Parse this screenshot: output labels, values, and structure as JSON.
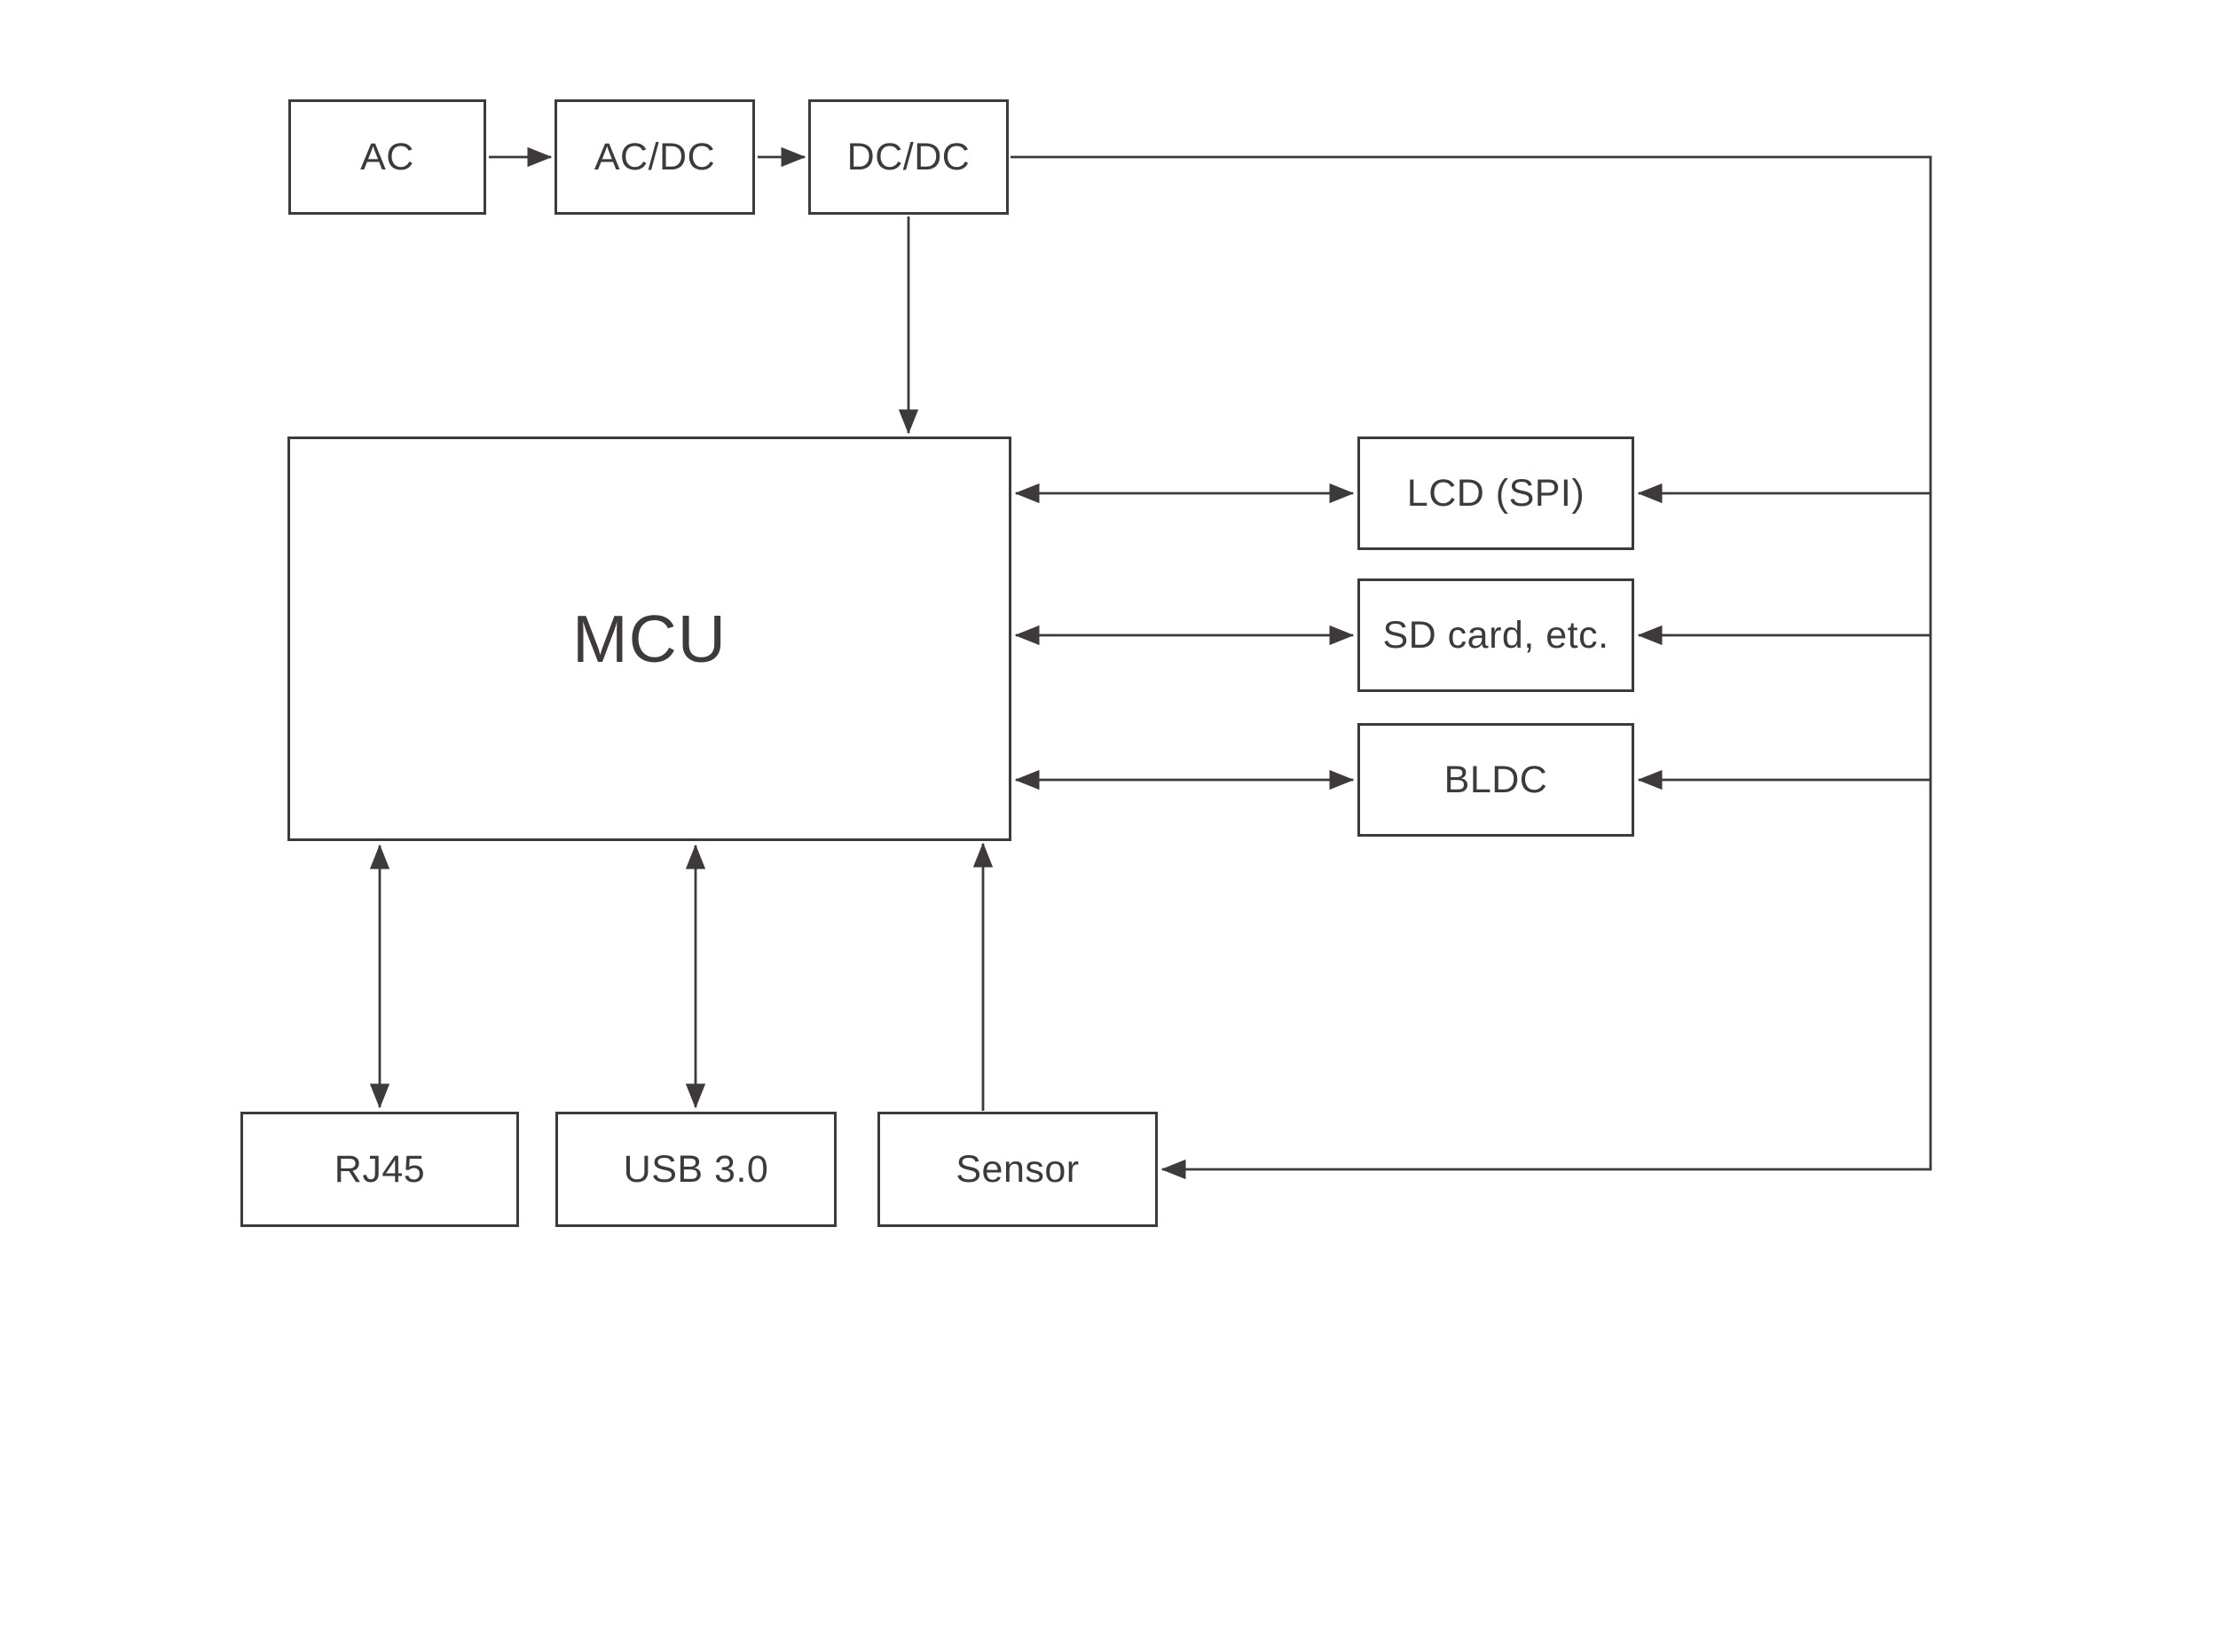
{
  "diagram": {
    "type": "block-diagram",
    "background_color": "#ffffff",
    "line_color": "#3e3a39",
    "text_color": "#3e3a39",
    "nodes": {
      "ac": {
        "label": "AC"
      },
      "acdc": {
        "label": "AC/DC"
      },
      "dcdc": {
        "label": "DC/DC"
      },
      "mcu": {
        "label": "MCU"
      },
      "lcd": {
        "label": "LCD (SPI)"
      },
      "sdcard": {
        "label": "SD card, etc."
      },
      "bldc": {
        "label": "BLDC"
      },
      "rj45": {
        "label": "RJ45"
      },
      "usb": {
        "label": "USB 3.0"
      },
      "sensor": {
        "label": "Sensor"
      }
    },
    "connections": [
      {
        "from": "AC",
        "to": "AC/DC",
        "direction": "one-way"
      },
      {
        "from": "AC/DC",
        "to": "DC/DC",
        "direction": "one-way"
      },
      {
        "from": "DC/DC",
        "to": "MCU",
        "direction": "one-way"
      },
      {
        "from": "DC/DC",
        "to": "LCD (SPI)",
        "direction": "one-way",
        "via": "power-rail"
      },
      {
        "from": "DC/DC",
        "to": "SD card, etc.",
        "direction": "one-way",
        "via": "power-rail"
      },
      {
        "from": "DC/DC",
        "to": "BLDC",
        "direction": "one-way",
        "via": "power-rail"
      },
      {
        "from": "DC/DC",
        "to": "Sensor",
        "direction": "one-way",
        "via": "power-rail"
      },
      {
        "from": "MCU",
        "to": "LCD (SPI)",
        "direction": "two-way"
      },
      {
        "from": "MCU",
        "to": "SD card, etc.",
        "direction": "two-way"
      },
      {
        "from": "MCU",
        "to": "BLDC",
        "direction": "two-way"
      },
      {
        "from": "MCU",
        "to": "RJ45",
        "direction": "two-way"
      },
      {
        "from": "MCU",
        "to": "USB 3.0",
        "direction": "two-way"
      },
      {
        "from": "Sensor",
        "to": "MCU",
        "direction": "one-way"
      }
    ]
  }
}
